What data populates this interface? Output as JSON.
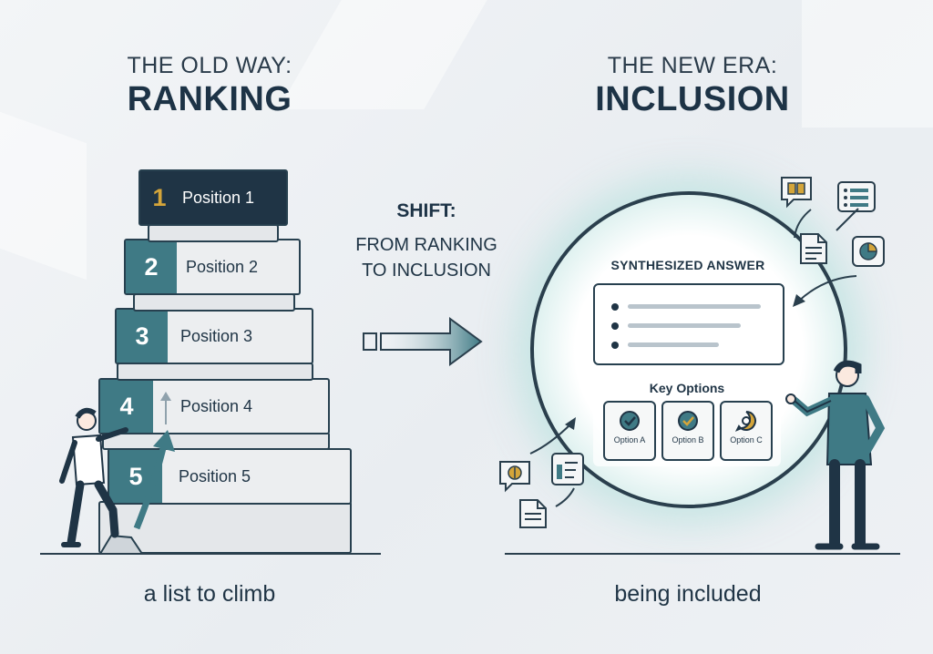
{
  "left": {
    "heading_small": "THE OLD WAY:",
    "heading_big": "RANKING",
    "steps": [
      {
        "number": "1",
        "label": "Position 1"
      },
      {
        "number": "2",
        "label": "Position 2"
      },
      {
        "number": "3",
        "label": "Position 3"
      },
      {
        "number": "4",
        "label": "Position 4"
      },
      {
        "number": "5",
        "label": "Position 5"
      }
    ],
    "caption": "a list to climb"
  },
  "middle": {
    "title": "SHIFT:",
    "line1": "FROM RANKING",
    "line2": "TO INCLUSION"
  },
  "right": {
    "heading_small": "THE NEW ERA:",
    "heading_big": "INCLUSION",
    "answer_title": "SYNTHESIZED ANSWER",
    "key_title": "Key Options",
    "options": [
      "Option A",
      "Option B",
      "Option C"
    ],
    "caption": "being included"
  },
  "colors": {
    "navy": "#1f3445",
    "teal": "#3f7a85",
    "gold": "#d4a53a",
    "glow": "#bfe3e1"
  },
  "icons": [
    "book-chat-icon",
    "list-icon",
    "document-icon",
    "pie-chart-icon",
    "chat-bubble-icon",
    "page-arrow-icon",
    "document-icon",
    "check-icon",
    "chat-ring-icon"
  ]
}
